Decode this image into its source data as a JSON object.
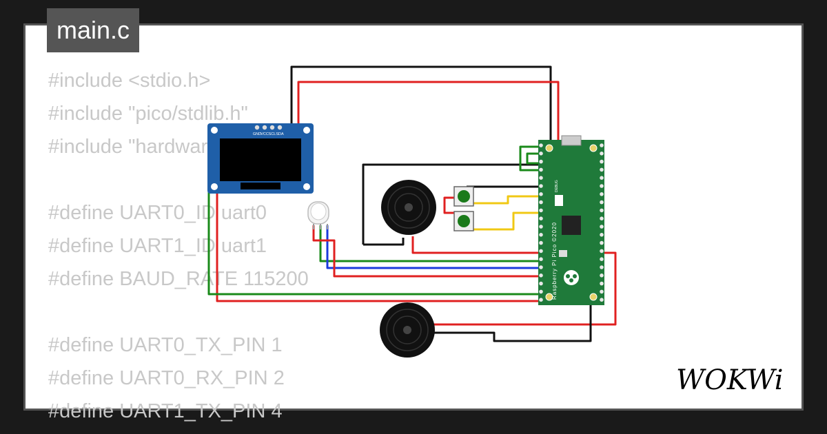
{
  "file_tab": {
    "label": "main.c"
  },
  "code": {
    "lines": [
      "#include <stdio.h>",
      "#include \"pico/stdlib.h\"",
      "#include \"hardware/uart.h\"",
      "",
      "#define UART0_ID uart0",
      "#define UART1_ID uart1",
      "#define BAUD_RATE 115200",
      "",
      "#define UART0_TX_PIN 1",
      "#define UART0_RX_PIN 2",
      "#define UART1_TX_PIN 4"
    ]
  },
  "oled": {
    "pins": [
      "GND",
      "VCC",
      "SCL",
      "SDA"
    ]
  },
  "pico": {
    "label": "Raspberry Pi Pico ©2020",
    "debug_label": "DEBUG"
  },
  "brand": {
    "logo": "WOKWi"
  },
  "colors": {
    "background": "#1a1a1a",
    "wire_red": "#e02020",
    "wire_black": "#111111",
    "wire_green": "#1a8a1a",
    "wire_blue": "#1a3adc",
    "wire_yellow": "#f0c814",
    "pcb_green": "#1f7a3a",
    "oled_blue": "#1f5fa8"
  }
}
